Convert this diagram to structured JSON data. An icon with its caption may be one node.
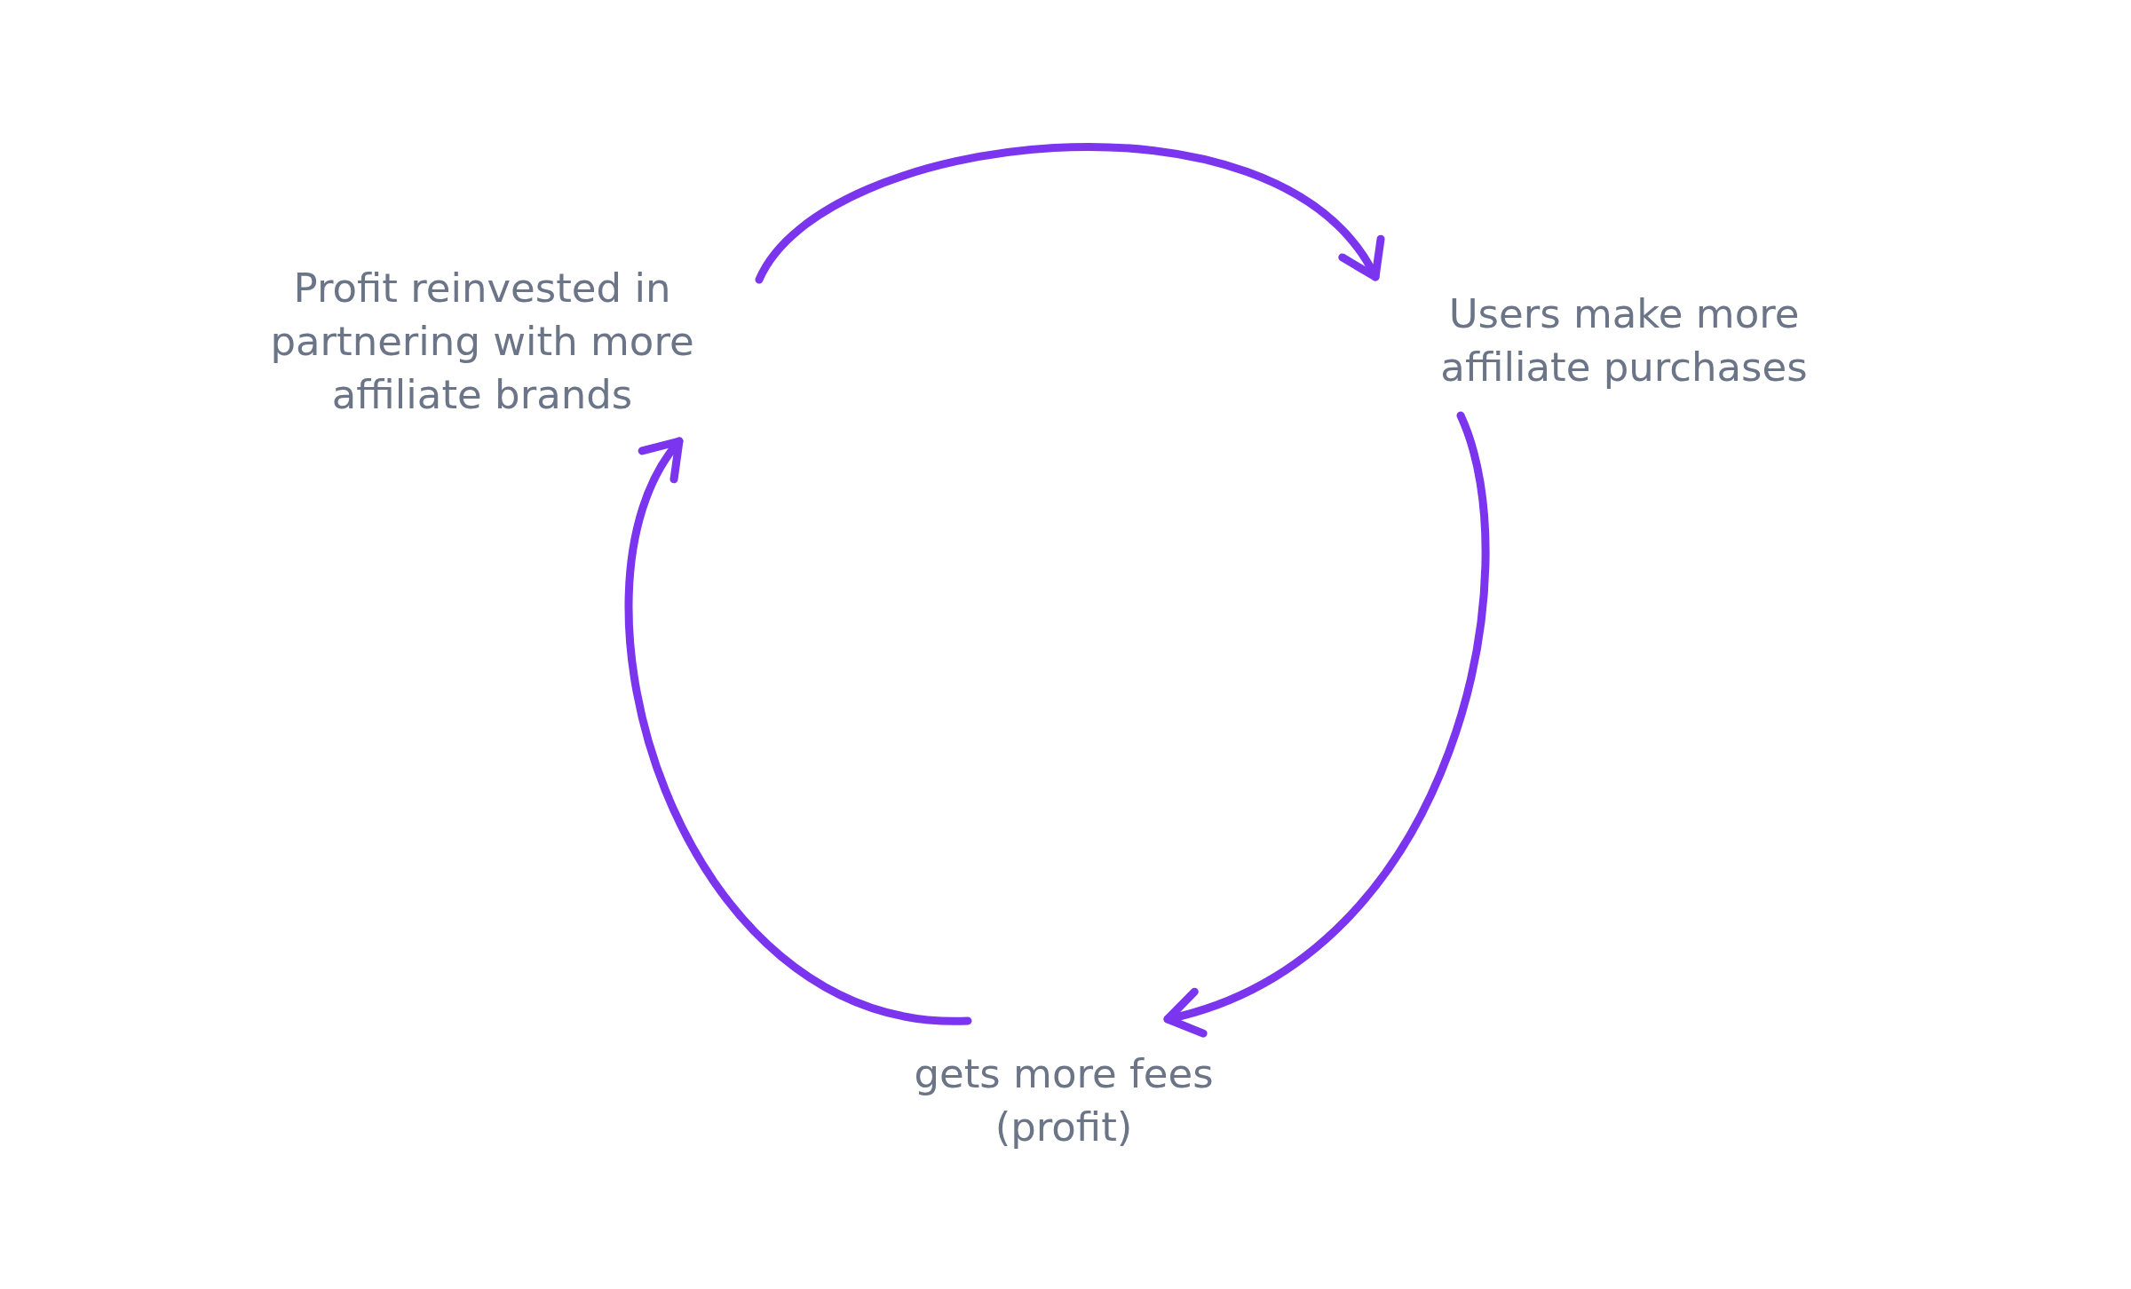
{
  "diagram": {
    "nodes": [
      {
        "text": [
          "Profit reinvested in partnering with more affiliate brands"
        ]
      },
      {
        "text": [
          "Users make more affiliate purchases"
        ]
      },
      {
        "text": [
          "gets more fees (profit)"
        ]
      }
    ],
    "edges": [
      {
        "from": 0,
        "to": 1,
        "arrow": "to"
      },
      {
        "from": 1,
        "to": 2,
        "arrow": "to"
      },
      {
        "from": 2,
        "to": 0,
        "arrow": "to"
      }
    ]
  }
}
